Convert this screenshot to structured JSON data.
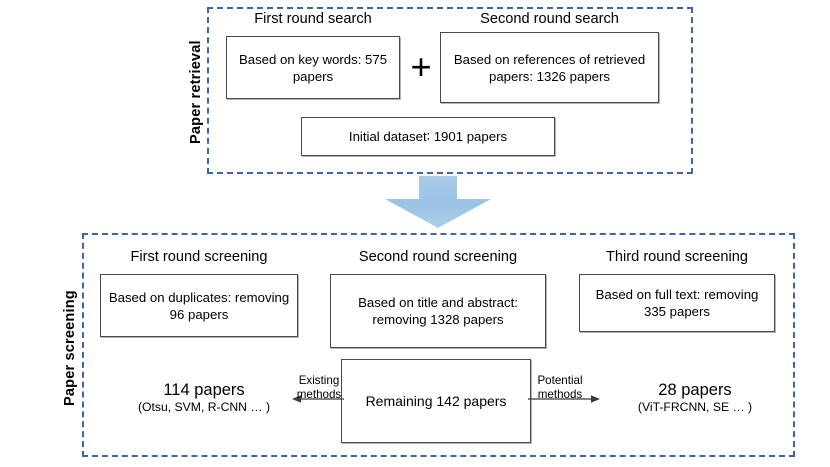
{
  "figure": {
    "colors": {
      "group_border": "#3C64B1",
      "box_border": "#4a4a4a",
      "arrow_fill": "#9DC3E6",
      "text": "#000000",
      "background": "#FFFFFF"
    }
  },
  "retrieval": {
    "section_label": "Paper retrieval",
    "columns": [
      {
        "caption": "First round search",
        "box_text": "Based on key words: 575 papers"
      },
      {
        "caption": "Second round search",
        "box_text": "Based on references of retrieved papers: 1326 papers"
      }
    ],
    "operator": "+",
    "total_box": "Initial dataset∶  1901 papers"
  },
  "transition": {
    "arrow_name": "down-arrow",
    "direction": "down"
  },
  "screening": {
    "section_label": "Paper screening",
    "rounds": [
      {
        "caption": "First round screening",
        "box_text": "Based on duplicates: removing 96 papers"
      },
      {
        "caption": "Second round screening",
        "box_text": "Based on title and abstract: removing 1328 papers"
      },
      {
        "caption": "Third round screening",
        "box_text": "Based on full text: removing 335 papers"
      }
    ],
    "remaining_box": "Remaining 142 papers",
    "branches": {
      "left": {
        "arrow_label_line1": "Existing",
        "arrow_label_line2": "methods",
        "result_main": "114 papers",
        "result_sub": "(Otsu, SVM, R-CNN … )"
      },
      "right": {
        "arrow_label_line1": "Potential",
        "arrow_label_line2": "methods",
        "result_main": "28 papers",
        "result_sub": "(ViT-FRCNN, SE … )"
      }
    }
  }
}
